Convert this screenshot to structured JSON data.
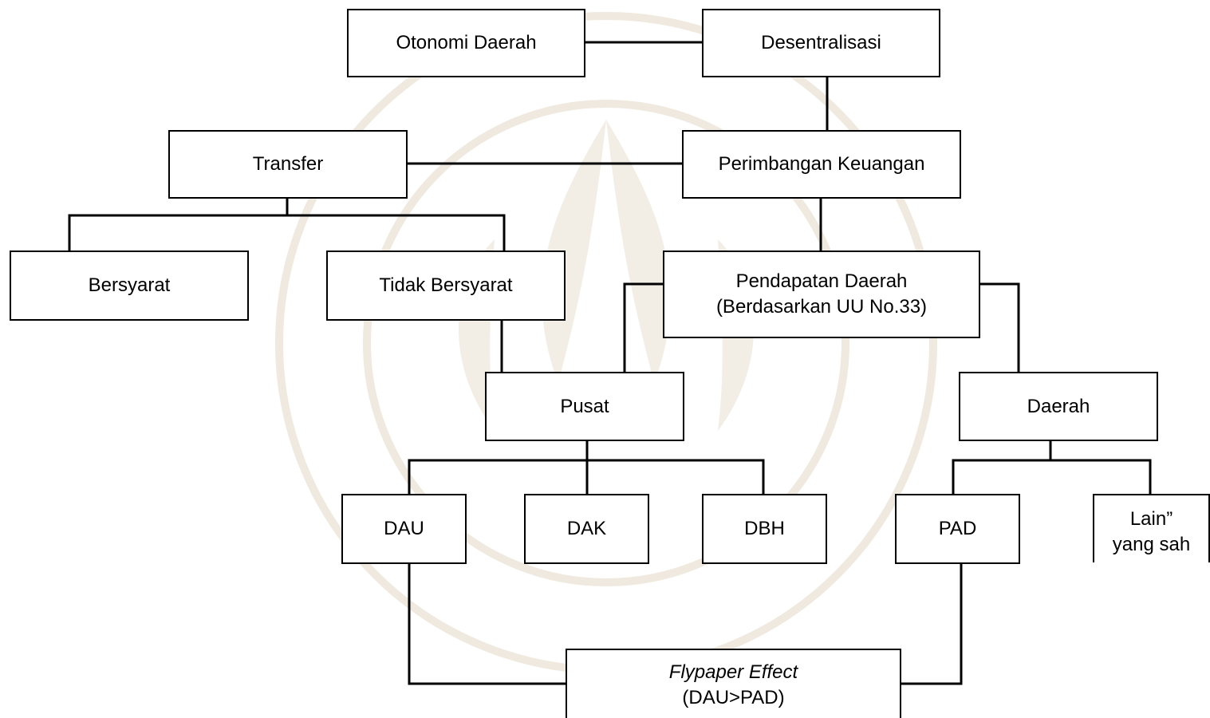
{
  "diagram": {
    "nodes": {
      "otonomi": "Otonomi Daerah",
      "desentralisasi": "Desentralisasi",
      "transfer": "Transfer",
      "perimbangan": "Perimbangan Keuangan",
      "bersyarat": "Bersyarat",
      "tidak_bersyarat": "Tidak Bersyarat",
      "pendapatan_line1": "Pendapatan Daerah",
      "pendapatan_line2": "(Berdasarkan UU No.33)",
      "pusat": "Pusat",
      "daerah": "Daerah",
      "dau": "DAU",
      "dak": "DAK",
      "dbh": "DBH",
      "pad": "PAD",
      "lain_line1": "Lain”",
      "lain_line2": "yang sah",
      "flypaper_line1": "Flypaper Effect",
      "flypaper_line2": "(DAU>PAD)"
    },
    "colors": {
      "line": "#000000",
      "box_border": "#000000",
      "box_fill": "#ffffff",
      "watermark": "#ede7dc"
    }
  }
}
